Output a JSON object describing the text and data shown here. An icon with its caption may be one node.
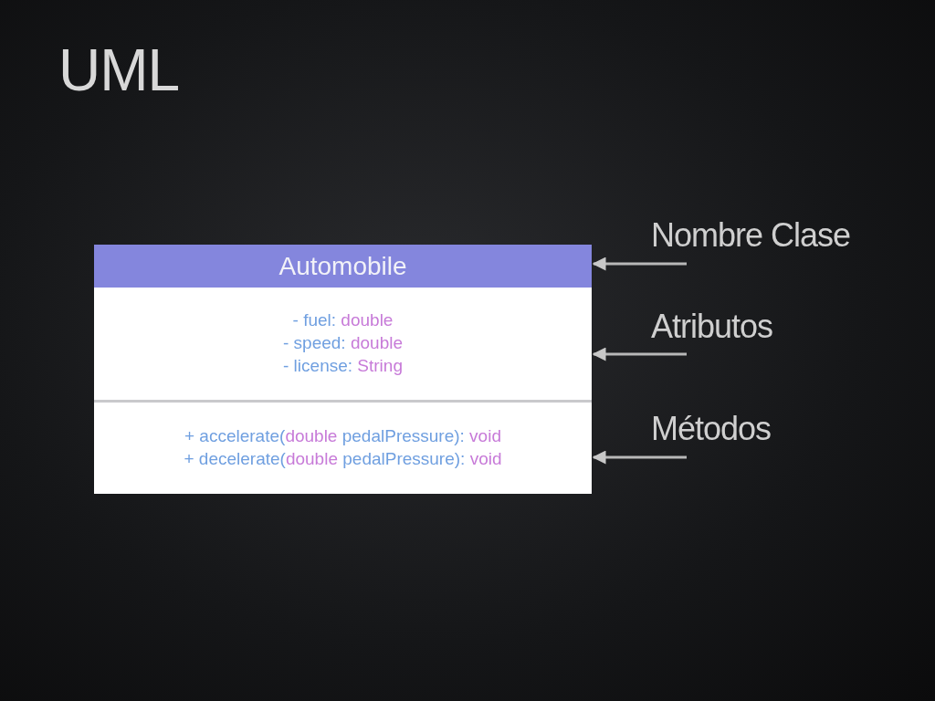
{
  "diagram": {
    "title": "UML",
    "nodes": [
      {
        "text": [
          "Automobile"
        ]
      },
      {
        "text": [
          "- fuel: double",
          "- speed: double",
          "- license: String"
        ]
      },
      {
        "text": [
          "+ accelerate(double pedalPressure): void",
          "+ decelerate(double pedalPressure): void"
        ]
      },
      {
        "text": [
          "Nombre Clase"
        ]
      },
      {
        "text": [
          "Atributos"
        ]
      },
      {
        "text": [
          "Métodos"
        ]
      }
    ],
    "edges": [
      {
        "from": 3,
        "to": 0,
        "arrow": "to"
      },
      {
        "from": 4,
        "to": 1,
        "arrow": "to"
      },
      {
        "from": 5,
        "to": 2,
        "arrow": "to"
      }
    ]
  }
}
